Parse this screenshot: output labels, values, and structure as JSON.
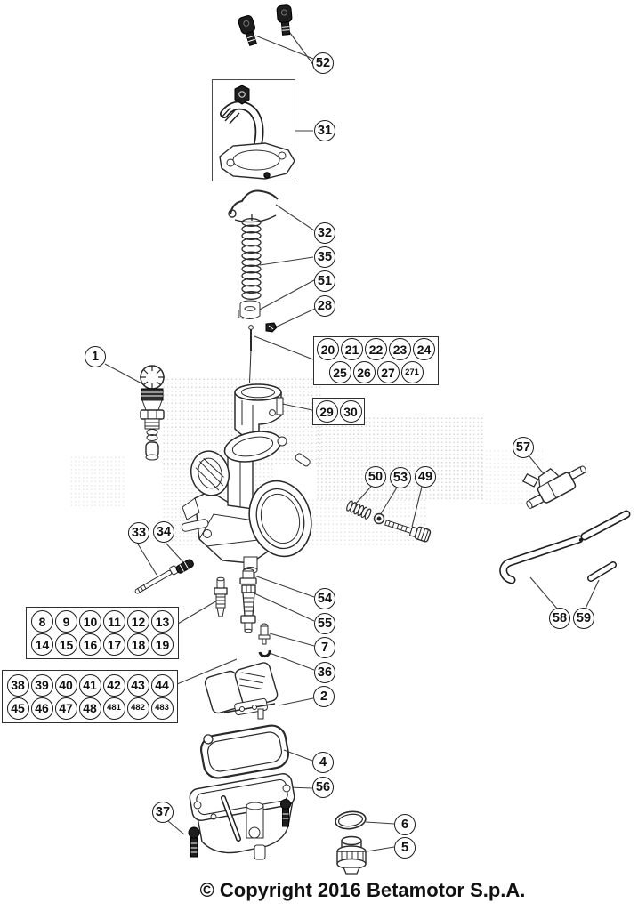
{
  "callouts": {
    "singles": [
      "52",
      "31",
      "32",
      "35",
      "51",
      "28",
      "1",
      "50",
      "53",
      "49",
      "57",
      "33",
      "34",
      "54",
      "55",
      "7",
      "36",
      "2",
      "4",
      "56",
      "37",
      "58",
      "59",
      "6",
      "5"
    ],
    "boxes": [
      {
        "id": "box-20-271",
        "rows": [
          [
            "20",
            "21",
            "22",
            "23",
            "24"
          ],
          [
            "25",
            "26",
            "27",
            "271"
          ]
        ]
      },
      {
        "id": "box-29-30",
        "rows": [
          [
            "29",
            "30"
          ]
        ]
      },
      {
        "id": "box-8-19",
        "rows": [
          [
            "8",
            "9",
            "10",
            "11",
            "12",
            "13"
          ],
          [
            "14",
            "15",
            "16",
            "17",
            "18",
            "19"
          ]
        ]
      },
      {
        "id": "box-38-483",
        "rows": [
          [
            "38",
            "39",
            "40",
            "41",
            "42",
            "43",
            "44"
          ],
          [
            "45",
            "46",
            "47",
            "48",
            "481",
            "482",
            "483"
          ]
        ]
      }
    ]
  },
  "footer": {
    "copyright": "© Copyright 2016 Betamotor S.p.A."
  },
  "colors": {
    "line_art": "#2a2a2a",
    "background": "#ffffff"
  }
}
